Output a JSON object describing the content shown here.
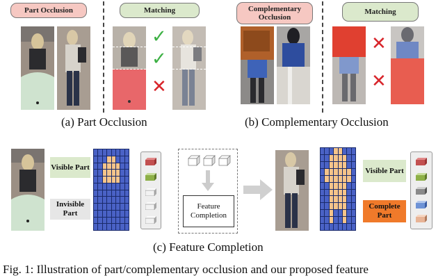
{
  "panel_a": {
    "part_occlusion_label": "Part Occlusion",
    "matching_label": "Matching",
    "caption": "(a) Part Occlusion"
  },
  "panel_b": {
    "complementary_occlusion_label": "Complementary Occlusion",
    "matching_label": "Matching",
    "caption": "(b) Complementary Occlusion"
  },
  "panel_c": {
    "visible_part_label": "Visible Part",
    "invisible_part_label": "Invisible Part",
    "feature_completion_label": "Feature Completion",
    "visible_part_label_right": "Visible Part",
    "complete_part_label": "Complete Part",
    "caption": "(c) Feature Completion"
  },
  "figure_caption": "Fig. 1: Illustration of part/complementary occlusion and our proposed feature",
  "colors": {
    "check": "#3cb043",
    "cross": "#d8252b",
    "grid_blue": "#4a62c6",
    "grid_orange": "#f5c48a",
    "complete_part": "#f07a2a"
  }
}
